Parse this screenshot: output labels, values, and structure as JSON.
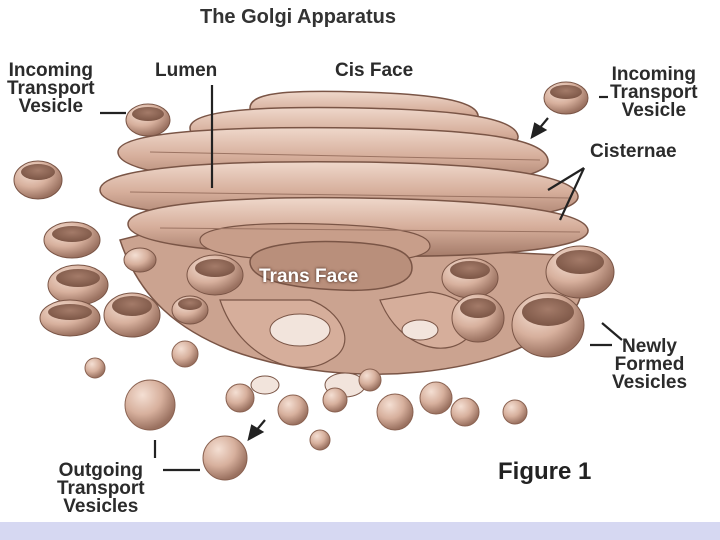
{
  "title": "The Golgi Apparatus",
  "figure_label": "Figure 1",
  "labels": {
    "incoming_left": [
      "Incoming",
      "Transport",
      "Vesicle"
    ],
    "lumen": "Lumen",
    "cis_face": "Cis Face",
    "incoming_right": [
      "Incoming",
      "Transport",
      "Vesicle"
    ],
    "cisternae": "Cisternae",
    "trans_face": "Trans Face",
    "newly_formed": [
      "Newly",
      "Formed",
      "Vesicles"
    ],
    "outgoing": [
      "Outgoing",
      "Transport",
      "Vesicles"
    ]
  },
  "colors": {
    "membrane": "#d8b2a0",
    "membrane_light": "#ecd3c5",
    "membrane_dark": "#9c7463",
    "lumen_inner": "#b88d7a",
    "outline": "#7a5546",
    "label": "#2b2b2b",
    "background": "#ffffff",
    "bar": "#d6d8f2"
  }
}
